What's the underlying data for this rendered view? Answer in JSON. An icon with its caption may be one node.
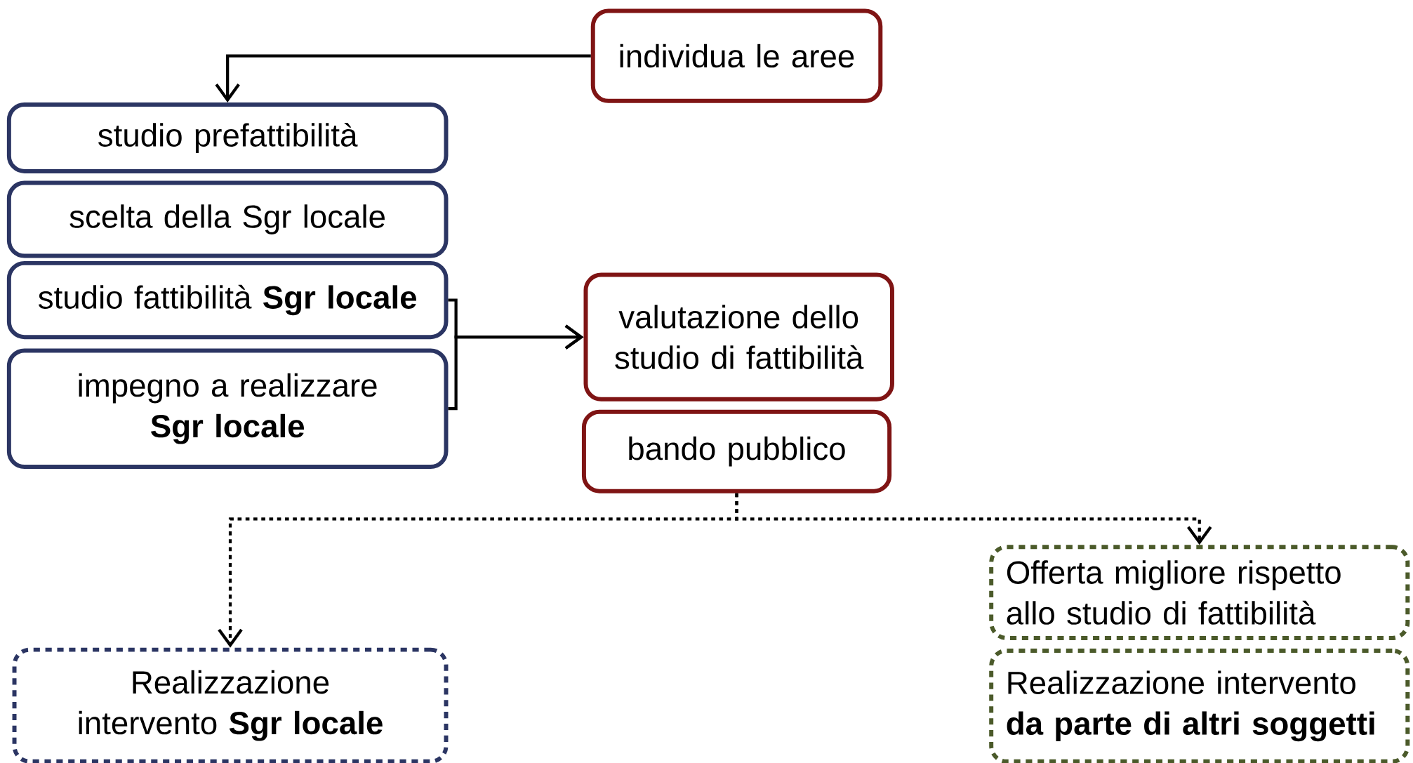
{
  "diagram": {
    "nodes": [
      {
        "text": [
          "individua le aree"
        ]
      },
      {
        "text": [
          "studio prefattibilità"
        ]
      },
      {
        "text": [
          "scelta della Sgr locale"
        ]
      },
      {
        "text": [
          "studio fattibilità **Sgr locale**"
        ]
      },
      {
        "text": [
          "impegno a realizzare **Sgr locale**"
        ]
      },
      {
        "text": [
          "valutazione dello studio di fattibilità"
        ]
      },
      {
        "text": [
          "bando pubblico"
        ]
      },
      {
        "text": [
          "Realizzazione intervento **Sgr locale**"
        ]
      },
      {
        "text": [
          "Offerta migliore rispetto allo studio di fattibilità"
        ]
      },
      {
        "text": [
          "Realizzazione intervento **da parte di altri soggetti**"
        ]
      }
    ],
    "edges": [
      {
        "from": 0,
        "to": 1,
        "arrow": "to"
      },
      {
        "from": 3,
        "to": 5,
        "arrow": "to"
      },
      {
        "from": 4,
        "to": 5,
        "arrow": "to"
      },
      {
        "from": 6,
        "to": 7,
        "arrow": "to",
        "style": "dashed"
      },
      {
        "from": 6,
        "to": 8,
        "arrow": "to",
        "style": "dashed"
      }
    ]
  }
}
